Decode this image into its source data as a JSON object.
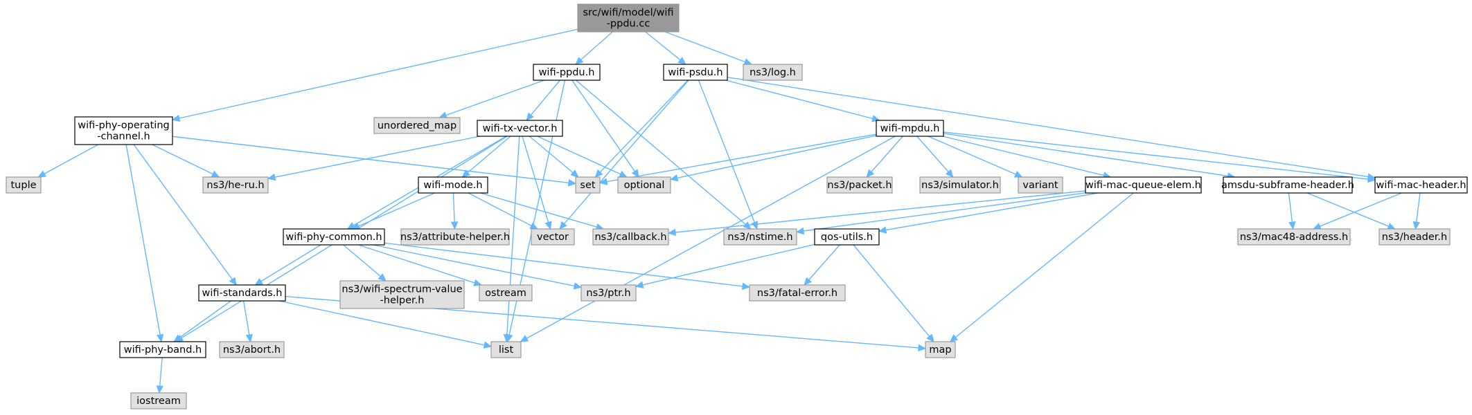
{
  "colors": {
    "root_fill": "#999999",
    "header_fill": "#ffffff",
    "system_fill": "#e0e0e0",
    "header_border": "#000000",
    "system_border": "#999999",
    "edge": "#63b8ff"
  },
  "nodes": [
    {
      "id": "root",
      "lines": [
        "src/wifi/model/wifi",
        "-ppdu.cc"
      ],
      "kind": "root"
    },
    {
      "id": "wifi-ppdu",
      "lines": [
        "wifi-ppdu.h"
      ],
      "kind": "header"
    },
    {
      "id": "wifi-psdu",
      "lines": [
        "wifi-psdu.h"
      ],
      "kind": "header"
    },
    {
      "id": "ns3-log",
      "lines": [
        "ns3/log.h"
      ],
      "kind": "system"
    },
    {
      "id": "wifi-phy-operating-channel",
      "lines": [
        "wifi-phy-operating",
        "-channel.h"
      ],
      "kind": "header"
    },
    {
      "id": "unordered_map",
      "lines": [
        "unordered_map"
      ],
      "kind": "system"
    },
    {
      "id": "wifi-tx-vector",
      "lines": [
        "wifi-tx-vector.h"
      ],
      "kind": "header"
    },
    {
      "id": "wifi-mpdu",
      "lines": [
        "wifi-mpdu.h"
      ],
      "kind": "header"
    },
    {
      "id": "tuple",
      "lines": [
        "tuple"
      ],
      "kind": "system"
    },
    {
      "id": "ns3-he-ru",
      "lines": [
        "ns3/he-ru.h"
      ],
      "kind": "system"
    },
    {
      "id": "set",
      "lines": [
        "set"
      ],
      "kind": "system"
    },
    {
      "id": "optional",
      "lines": [
        "optional"
      ],
      "kind": "system"
    },
    {
      "id": "ns3-packet",
      "lines": [
        "ns3/packet.h"
      ],
      "kind": "system"
    },
    {
      "id": "ns3-simulator",
      "lines": [
        "ns3/simulator.h"
      ],
      "kind": "system"
    },
    {
      "id": "variant",
      "lines": [
        "variant"
      ],
      "kind": "system"
    },
    {
      "id": "wifi-mac-queue-elem",
      "lines": [
        "wifi-mac-queue-elem.h"
      ],
      "kind": "header"
    },
    {
      "id": "amsdu-subframe-header",
      "lines": [
        "amsdu-subframe-header.h"
      ],
      "kind": "header"
    },
    {
      "id": "wifi-mac-header",
      "lines": [
        "wifi-mac-header.h"
      ],
      "kind": "header"
    },
    {
      "id": "wifi-mode",
      "lines": [
        "wifi-mode.h"
      ],
      "kind": "header"
    },
    {
      "id": "wifi-phy-common",
      "lines": [
        "wifi-phy-common.h"
      ],
      "kind": "header"
    },
    {
      "id": "ns3-attribute-helper",
      "lines": [
        "ns3/attribute-helper.h"
      ],
      "kind": "system"
    },
    {
      "id": "vector",
      "lines": [
        "vector"
      ],
      "kind": "system"
    },
    {
      "id": "ns3-callback",
      "lines": [
        "ns3/callback.h"
      ],
      "kind": "system"
    },
    {
      "id": "ns3-nstime",
      "lines": [
        "ns3/nstime.h"
      ],
      "kind": "system"
    },
    {
      "id": "qos-utils",
      "lines": [
        "qos-utils.h"
      ],
      "kind": "header"
    },
    {
      "id": "ns3-mac48-address",
      "lines": [
        "ns3/mac48-address.h"
      ],
      "kind": "system"
    },
    {
      "id": "ns3-header",
      "lines": [
        "ns3/header.h"
      ],
      "kind": "system"
    },
    {
      "id": "wifi-standards",
      "lines": [
        "wifi-standards.h"
      ],
      "kind": "header"
    },
    {
      "id": "ns3-wifi-spectrum-value-helper",
      "lines": [
        "ns3/wifi-spectrum-value",
        "-helper.h"
      ],
      "kind": "system"
    },
    {
      "id": "ostream",
      "lines": [
        "ostream"
      ],
      "kind": "system"
    },
    {
      "id": "ns3-ptr",
      "lines": [
        "ns3/ptr.h"
      ],
      "kind": "system"
    },
    {
      "id": "ns3-fatal-error",
      "lines": [
        "ns3/fatal-error.h"
      ],
      "kind": "system"
    },
    {
      "id": "wifi-phy-band",
      "lines": [
        "wifi-phy-band.h"
      ],
      "kind": "header"
    },
    {
      "id": "ns3-abort",
      "lines": [
        "ns3/abort.h"
      ],
      "kind": "system"
    },
    {
      "id": "list",
      "lines": [
        "list"
      ],
      "kind": "system"
    },
    {
      "id": "map",
      "lines": [
        "map"
      ],
      "kind": "system"
    },
    {
      "id": "iostream",
      "lines": [
        "iostream"
      ],
      "kind": "system"
    }
  ],
  "edges": [
    {
      "from": "root",
      "to": "wifi-phy-operating-channel"
    },
    {
      "from": "root",
      "to": "wifi-ppdu"
    },
    {
      "from": "root",
      "to": "wifi-psdu"
    },
    {
      "from": "root",
      "to": "ns3-log"
    },
    {
      "from": "wifi-ppdu",
      "to": "unordered_map"
    },
    {
      "from": "wifi-ppdu",
      "to": "wifi-tx-vector"
    },
    {
      "from": "wifi-ppdu",
      "to": "optional"
    },
    {
      "from": "wifi-ppdu",
      "to": "ns3-nstime"
    },
    {
      "from": "wifi-ppdu",
      "to": "list"
    },
    {
      "from": "wifi-psdu",
      "to": "wifi-mpdu"
    },
    {
      "from": "wifi-psdu",
      "to": "set"
    },
    {
      "from": "wifi-psdu",
      "to": "vector"
    },
    {
      "from": "wifi-psdu",
      "to": "ns3-nstime"
    },
    {
      "from": "wifi-psdu",
      "to": "wifi-mac-header"
    },
    {
      "from": "wifi-phy-operating-channel",
      "to": "tuple"
    },
    {
      "from": "wifi-phy-operating-channel",
      "to": "ns3-he-ru"
    },
    {
      "from": "wifi-phy-operating-channel",
      "to": "set"
    },
    {
      "from": "wifi-phy-operating-channel",
      "to": "wifi-standards"
    },
    {
      "from": "wifi-phy-operating-channel",
      "to": "wifi-phy-band"
    },
    {
      "from": "wifi-tx-vector",
      "to": "ns3-he-ru"
    },
    {
      "from": "wifi-tx-vector",
      "to": "set"
    },
    {
      "from": "wifi-tx-vector",
      "to": "optional"
    },
    {
      "from": "wifi-tx-vector",
      "to": "wifi-mode"
    },
    {
      "from": "wifi-tx-vector",
      "to": "wifi-phy-common"
    },
    {
      "from": "wifi-tx-vector",
      "to": "vector"
    },
    {
      "from": "wifi-tx-vector",
      "to": "list"
    },
    {
      "from": "wifi-tx-vector",
      "to": "wifi-phy-band"
    },
    {
      "from": "wifi-mpdu",
      "to": "set"
    },
    {
      "from": "wifi-mpdu",
      "to": "optional"
    },
    {
      "from": "wifi-mpdu",
      "to": "ns3-packet"
    },
    {
      "from": "wifi-mpdu",
      "to": "ns3-simulator"
    },
    {
      "from": "wifi-mpdu",
      "to": "variant"
    },
    {
      "from": "wifi-mpdu",
      "to": "wifi-mac-queue-elem"
    },
    {
      "from": "wifi-mpdu",
      "to": "amsdu-subframe-header"
    },
    {
      "from": "wifi-mpdu",
      "to": "wifi-mac-header"
    },
    {
      "from": "wifi-mpdu",
      "to": "list"
    },
    {
      "from": "wifi-mac-queue-elem",
      "to": "ns3-callback"
    },
    {
      "from": "wifi-mac-queue-elem",
      "to": "ns3-nstime"
    },
    {
      "from": "wifi-mac-queue-elem",
      "to": "qos-utils"
    },
    {
      "from": "wifi-mac-queue-elem",
      "to": "map"
    },
    {
      "from": "amsdu-subframe-header",
      "to": "ns3-mac48-address"
    },
    {
      "from": "amsdu-subframe-header",
      "to": "ns3-header"
    },
    {
      "from": "wifi-mac-header",
      "to": "ns3-mac48-address"
    },
    {
      "from": "wifi-mac-header",
      "to": "ns3-header"
    },
    {
      "from": "wifi-mode",
      "to": "ns3-attribute-helper"
    },
    {
      "from": "wifi-mode",
      "to": "vector"
    },
    {
      "from": "wifi-mode",
      "to": "ns3-callback"
    },
    {
      "from": "wifi-mode",
      "to": "wifi-phy-common"
    },
    {
      "from": "wifi-phy-common",
      "to": "wifi-standards"
    },
    {
      "from": "wifi-phy-common",
      "to": "ns3-wifi-spectrum-value-helper"
    },
    {
      "from": "wifi-phy-common",
      "to": "ostream"
    },
    {
      "from": "wifi-phy-common",
      "to": "ns3-ptr"
    },
    {
      "from": "wifi-phy-common",
      "to": "ns3-fatal-error"
    },
    {
      "from": "qos-utils",
      "to": "ns3-ptr"
    },
    {
      "from": "qos-utils",
      "to": "ns3-fatal-error"
    },
    {
      "from": "qos-utils",
      "to": "map"
    },
    {
      "from": "wifi-standards",
      "to": "wifi-phy-band"
    },
    {
      "from": "wifi-standards",
      "to": "ns3-abort"
    },
    {
      "from": "wifi-standards",
      "to": "list"
    },
    {
      "from": "wifi-standards",
      "to": "map"
    },
    {
      "from": "wifi-phy-band",
      "to": "iostream"
    }
  ]
}
